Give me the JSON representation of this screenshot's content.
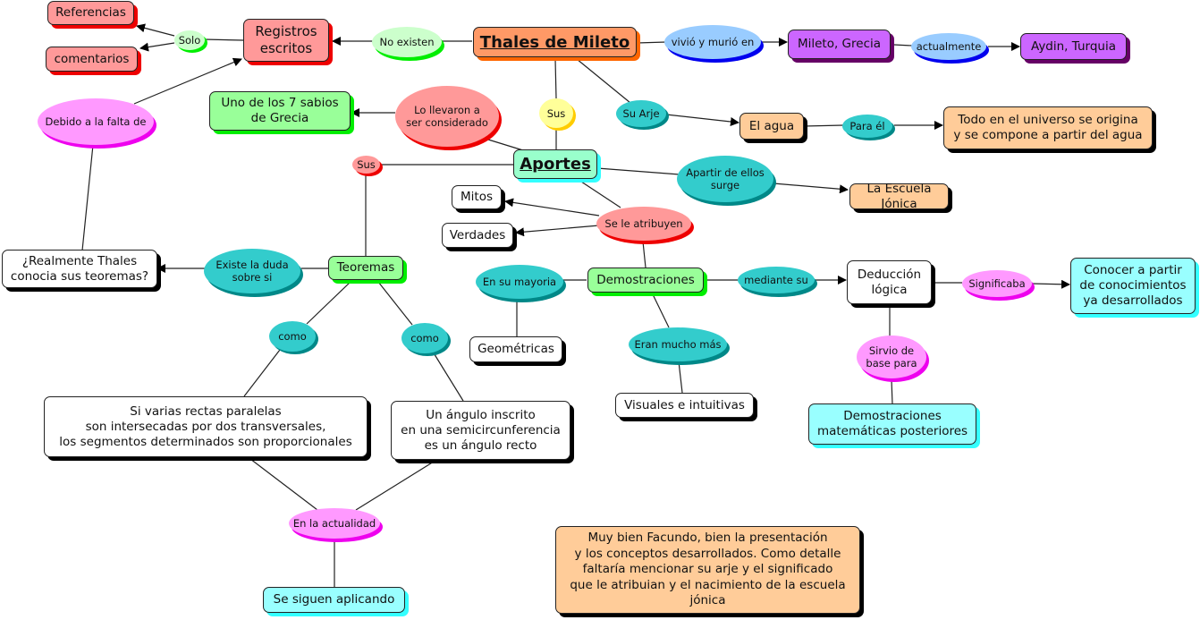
{
  "colors": {
    "salmon": "#ff9999",
    "orange": "#ff9966",
    "green": "#99ff99",
    "mint": "#99ffcc",
    "purple": "#cc66ff",
    "peach": "#ffcc99",
    "cyan": "#99ffff",
    "white": "#ffffff",
    "teal": "#33cccc",
    "pink": "#ff99ff",
    "lightblue": "#99ccff",
    "lightgreen": "#ccffcc",
    "yellow": "#ffff99"
  },
  "concepts": {
    "thales": "Thales de Mileto",
    "registros": "Registros\nescritos",
    "referencias": "Referencias",
    "comentarios": "comentarios",
    "mileto": "Mileto, Grecia",
    "aydin": "Aydin, Turquia",
    "sabios": "Uno de los 7 sabios\nde Grecia",
    "agua": "El agua",
    "todo": "Todo en el universo se origina\ny se compone a partir del agua",
    "aportes": "Aportes",
    "escuela": "La Escuela Jónica",
    "mitos": "Mitos",
    "verdades": "Verdades",
    "realmente": "¿Realmente Thales\nconocia sus teoremas?",
    "teoremas": "Teoremas",
    "demostraciones": "Demostraciones",
    "deduccion": "Deducción\nlógica",
    "conocer": "Conocer a partir\nde conocimientos\nya desarrollados",
    "geometricas": "Geométricas",
    "visuales": "Visuales e intuitivas",
    "demo_posteriores": "Demostraciones\nmatemáticas posteriores",
    "rectas": "Si varias rectas paralelas\nson intersecadas por dos transversales,\nlos segmentos determinados son proporcionales",
    "angulo": "Un ángulo inscrito\nen una semicircunferencia\nes un ángulo recto",
    "siguen": "Se siguen aplicando",
    "comment": "Muy bien Facundo, bien la presentación\ny los conceptos desarrollados.  Como detalle\nfaltaría mencionar su arje y el significado\nque le atribuian y el nacimiento de la escuela\njónica"
  },
  "links": {
    "solo": "Solo",
    "no_existen": "No existen",
    "vivio": "vivió y murió en",
    "actualmente": "actualmente",
    "debido": "Debido a la falta de",
    "llevaron": "Lo llevaron a\nser considerado",
    "sus_top": "Sus",
    "su_arje": "Su Arje",
    "para_el": "Para él",
    "sus_left": "Sus",
    "apartir": "Apartir de ellos\nsurge",
    "atribuyen": "Se le atribuyen",
    "duda": "Existe la duda\nsobre si",
    "mayoria": "En su mayoria",
    "mediante": "mediante su",
    "significaba": "Significaba",
    "como1": "como",
    "como2": "como",
    "eran": "Eran mucho más",
    "sirvio": "Sirvio de\nbase para",
    "actualidad": "En la actualidad"
  }
}
